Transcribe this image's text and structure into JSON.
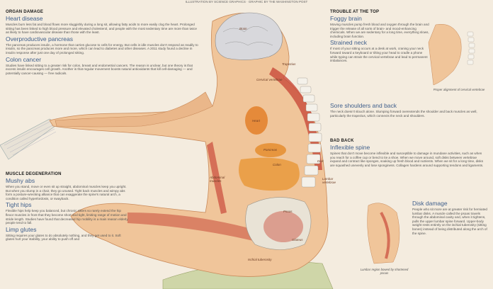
{
  "header": {
    "top_line": "ILLUSTRATION BY SCIENCE GRAPHICS · GRAPHIC BY THE WASHINGTON POST"
  },
  "left": {
    "organ_damage": {
      "section": "ORGAN DAMAGE",
      "heart": {
        "title": "Heart disease",
        "body": "Muscles burn less fat and blood flows more sluggishly during a long sit, allowing fatty acids to more easily clog the heart. Prolonged sitting has been linked to high blood pressure and elevated cholesterol, and people with the most sedentary time are more than twice as likely to have cardiovascular disease than those with the least."
      },
      "pancreas": {
        "title": "Overproductive pancreas",
        "body": "The pancreas produces insulin, a hormone that carries glucose to cells for energy. But cells in idle muscles don't respond as readily to insulin, so the pancreas produces more and more, which can lead to diabetes and other diseases. A 2011 study found a decline in insulin response after just one day of prolonged sitting."
      },
      "colon": {
        "title": "Colon cancer",
        "body": "Studies have linked sitting to a greater risk for colon, breast and endometrial cancers. The reason is unclear, but one theory is that excess insulin encourages cell growth. Another is that regular movement boosts natural antioxidants that kill cell-damaging — and potentially cancer-causing — free radicals."
      }
    },
    "muscle": {
      "section": "MUSCLE DEGENERATION",
      "abs": {
        "title": "Mushy abs",
        "body": "When you stand, move or even sit up straight, abdominal muscles keep you upright. But when you slump in a chair, they go unused. Tight back muscles and wimpy abs form a posture-wrecking alliance that can exaggerate the spine's natural arch, a condition called hyperlordosis, or swayback."
      },
      "hips": {
        "title": "Tight hips",
        "body": "Flexible hips help keep you balanced, but chronic sitters so rarely extend the hip flexor muscles in front that they become short and tight, limiting range of motion and stride length. Studies have found that decreased hip mobility is a main reason elderly people tend to fall."
      },
      "glutes": {
        "title": "Limp glutes",
        "body": "Sitting requires your glutes to do absolutely nothing, and they get used to it. Soft glutes hurt your stability, your ability to push off and"
      }
    }
  },
  "right": {
    "trouble": {
      "section": "TROUBLE AT THE TOP",
      "brain": {
        "title": "Foggy brain",
        "body": "Moving muscles pump fresh blood and oxygen through the brain and trigger the release of all sorts of brain- and mood-enhancing chemicals. When we are sedentary for a long time, everything slows, including brain function."
      },
      "neck": {
        "title": "Strained neck",
        "body": "If most of your sitting occurs at a desk at work, craning your neck forward toward a keyboard or tilting your head to cradle a phone while typing can strain the cervical vertebrae and lead to permanent imbalances."
      },
      "neck_caption": "Proper alignment of cervical vertebrae",
      "shoulders": {
        "title": "Sore shoulders and back",
        "body": "The neck doesn't slouch alone. Slumping forward overextends the shoulder and back muscles as well, particularly the trapezius, which connects the neck and shoulders."
      }
    },
    "back": {
      "section": "BAD BACK",
      "spine": {
        "title": "Inflexible spine",
        "body": "Spines that don't move become inflexible and susceptible to damage in mundane activities, such as when you reach for a coffee cup or bend to tie a shoe. When we move around, soft disks between vertebrae expand and contract like sponges, soaking up fresh blood and nutrients. When we sit for a long time, disks are squashed unevenly and lose sponginess. Collagen hardens around supporting tendons and ligaments."
      },
      "disk": {
        "title": "Disk damage",
        "body": "People who sit more are at greater risk for herniated lumbar disks. A muscle called the psoas travels through the abdominal cavity and, when it tightens, pulls the upper lumbar spine forward. Upper-body weight rests entirely on the ischial tuberosity (sitting bones) instead of being distributed along the arch of the spine."
      },
      "disk_caption": "Lumbar region bowed by shortened psoas"
    }
  },
  "figure_labels": {
    "brain": "Brain",
    "cervical": "Cervical vertebrae",
    "trapezius": "Trapezius",
    "heart": "Heart",
    "pancreas": "Pancreas",
    "colon": "Colon",
    "abdominal": "Abdominal muscles",
    "psoas": "Psoas",
    "lumbar": "Lumbar vertebrae",
    "disk": "Disk",
    "gluteus": "Gluteus",
    "ischial": "Ischial tuberosity"
  }
}
